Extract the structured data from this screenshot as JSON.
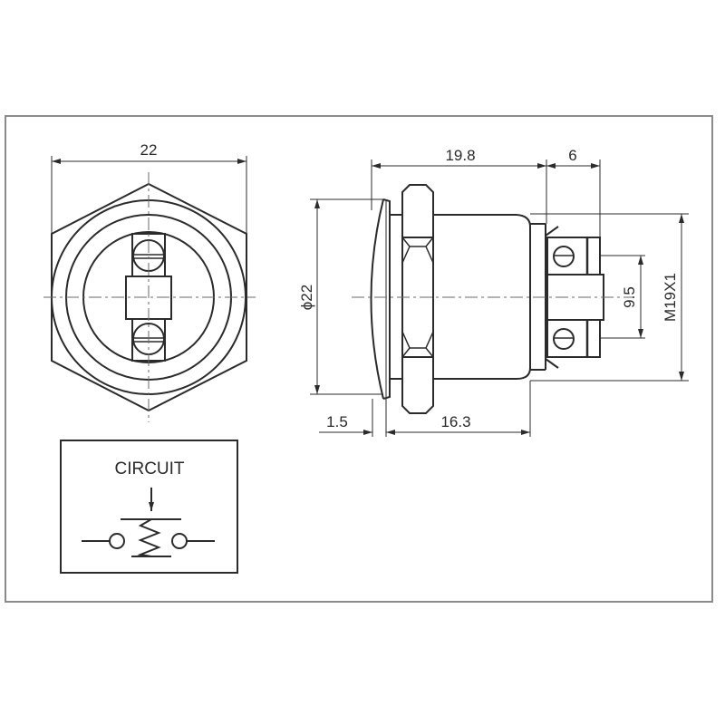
{
  "diagram": {
    "type": "technical-drawing",
    "subject": "push button switch dimension drawing",
    "colors": {
      "line": "#2b2b2b",
      "frame": "#8a8a8a",
      "center_line": "#6a6a6a",
      "background": "#ffffff"
    }
  },
  "front_view": {
    "width_dimension": "22"
  },
  "side_view": {
    "overall_length_dimension": "19.8",
    "terminal_length_dimension": "6",
    "diameter_dimension": "ϕ22",
    "terminal_pitch_dimension": "9.5",
    "thread_dimension": "M19X1",
    "bezel_thickness_dimension": "1.5",
    "body_length_dimension": "16.3"
  },
  "circuit_box": {
    "title": "CIRCUIT"
  }
}
